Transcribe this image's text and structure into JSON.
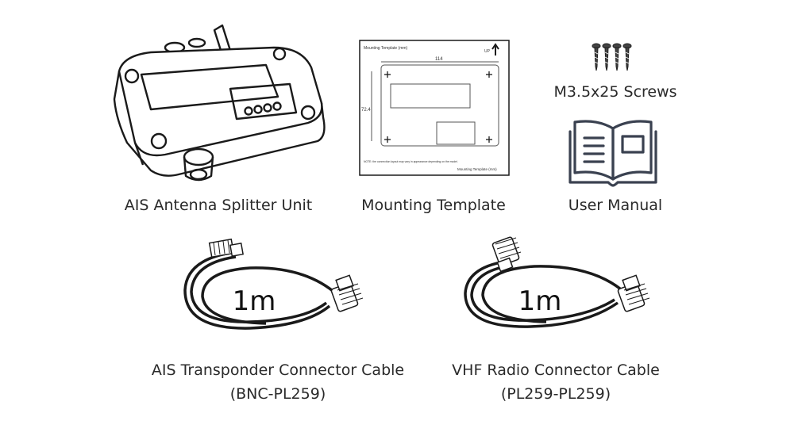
{
  "items": {
    "splitter": {
      "label": "AIS Antenna Splitter Unit"
    },
    "template": {
      "label": "Mounting Template",
      "header_left": "Mounting Template (mm)",
      "header_right": "UP",
      "width_dim": "114",
      "height_dim": "72.4",
      "note": "NOTE: the connection layout may vary in appearance depending on the model.",
      "footer_right": "Mounting Template (mm)"
    },
    "screws": {
      "label": "M3.5x25 Screws"
    },
    "manual": {
      "label": "User Manual"
    },
    "ais_cable": {
      "length": "1m",
      "label_line1": "AIS Transponder Connector Cable",
      "label_line2": "(BNC-PL259)"
    },
    "vhf_cable": {
      "length": "1m",
      "label_line1": "VHF Radio Connector Cable",
      "label_line2": "(PL259-PL259)"
    }
  },
  "colors": {
    "line": "#1a1a1a",
    "manual_ink": "#3a4150",
    "text": "#2a2a2a"
  }
}
